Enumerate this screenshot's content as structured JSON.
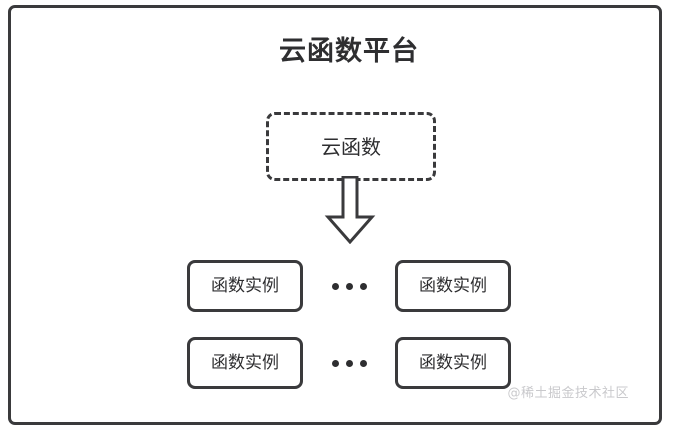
{
  "diagram": {
    "title": "云函数平台",
    "cloud_function": {
      "label": "云函数"
    },
    "arrow": {
      "icon_name": "down-block-arrow-icon",
      "direction": "down"
    },
    "instance_rows": [
      {
        "left_box_label": "函数实例",
        "ellipsis": "•••",
        "right_box_label": "函数实例"
      },
      {
        "left_box_label": "函数实例",
        "ellipsis": "•••",
        "right_box_label": "函数实例"
      }
    ],
    "watermark": "@稀土掘金技术社区",
    "colors": {
      "stroke": "#3a3a3c",
      "text": "#2e2e30",
      "background": "#ffffff",
      "watermark": "#c9c9cc"
    }
  }
}
